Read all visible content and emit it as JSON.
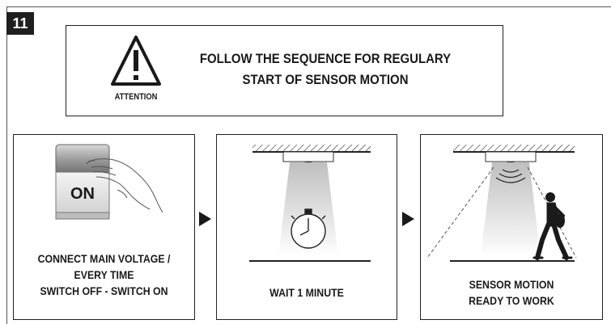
{
  "step_number": "11",
  "attention": {
    "icon": "warning-triangle-icon",
    "label": "ATTENTION",
    "line1": "FOLLOW THE SEQUENCE FOR REGULARY",
    "line2": "START OF SENSOR MOTION"
  },
  "steps": [
    {
      "switch_label": "ON",
      "icon": "hand-pressing-switch-icon",
      "caption": [
        "CONNECT MAIN VOLTAGE /",
        "EVERY TIME",
        "SWITCH OFF - SWITCH ON"
      ]
    },
    {
      "icon": "stopwatch-icon",
      "caption": [
        "WAIT 1 MINUTE"
      ]
    },
    {
      "icon": "walking-person-icon",
      "caption": [
        "SENSOR MOTION",
        "READY TO WORK"
      ]
    }
  ]
}
